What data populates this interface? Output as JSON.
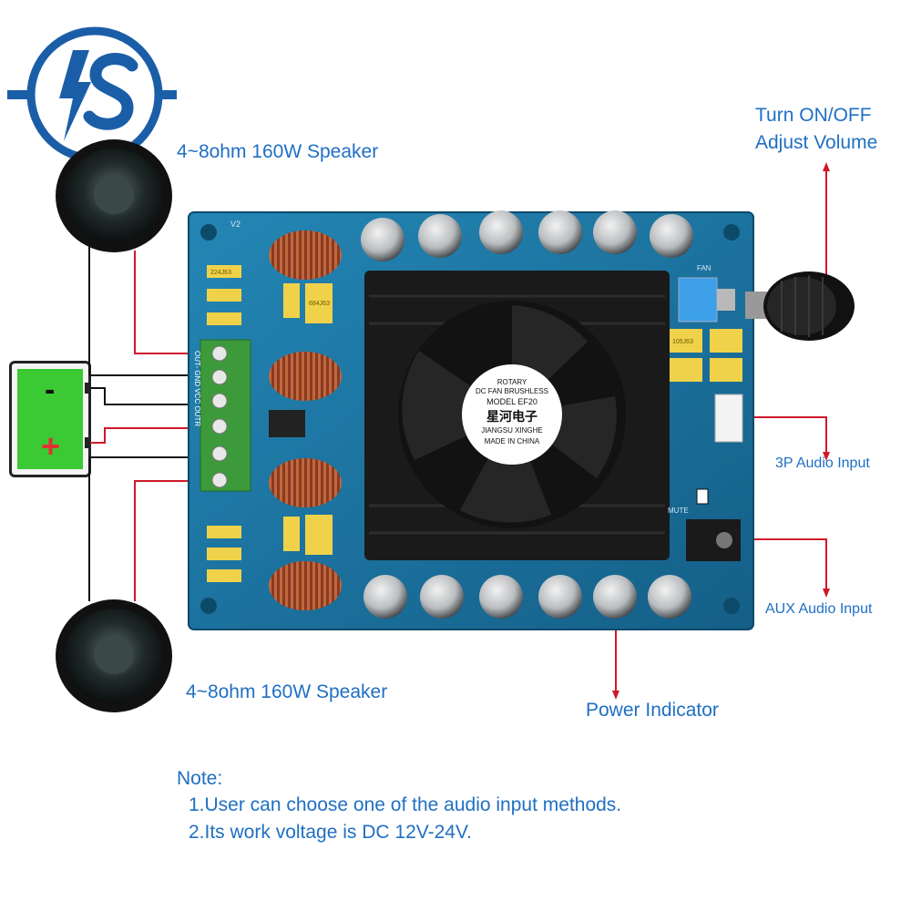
{
  "labels": {
    "speaker_top": "4~8ohm 160W Speaker",
    "speaker_bottom": "4~8ohm 160W Speaker",
    "knob_line1": "Turn ON/OFF",
    "knob_line2": "Adjust Volume",
    "input_3p": "3P Audio Input",
    "input_aux": "AUX Audio Input",
    "power_indicator": "Power Indicator"
  },
  "notes": {
    "title": "Note:",
    "items": [
      "1.User can choose one of the audio input methods.",
      "2.Its work voltage is DC 12V-24V."
    ]
  },
  "battery": {
    "minus": "-",
    "plus": "+"
  },
  "board": {
    "fan_brand": "星河电子",
    "fan_rotary": "ROTARY",
    "fan_type": "DC FAN BRUSHLESS",
    "fan_model": "MODEL EF20",
    "fan_maker": "JIANGSU XINGHE",
    "fan_origin": "MADE IN CHINA",
    "version": "V2",
    "fan_header": "FAN",
    "mute": "MUTE",
    "terminal": "OUT- GND VCC OUTR",
    "cap_105": "105J63",
    "cap_224": "224J63",
    "cap_684": "684J63"
  },
  "colors": {
    "label_blue": "#1f6fc4",
    "logo_blue": "#1b5ea8",
    "arrow_red": "#d0182a",
    "pcb_blue": "#1d7aa8",
    "terminal_green": "#3c9a3a",
    "battery_green": "#3bc934"
  }
}
